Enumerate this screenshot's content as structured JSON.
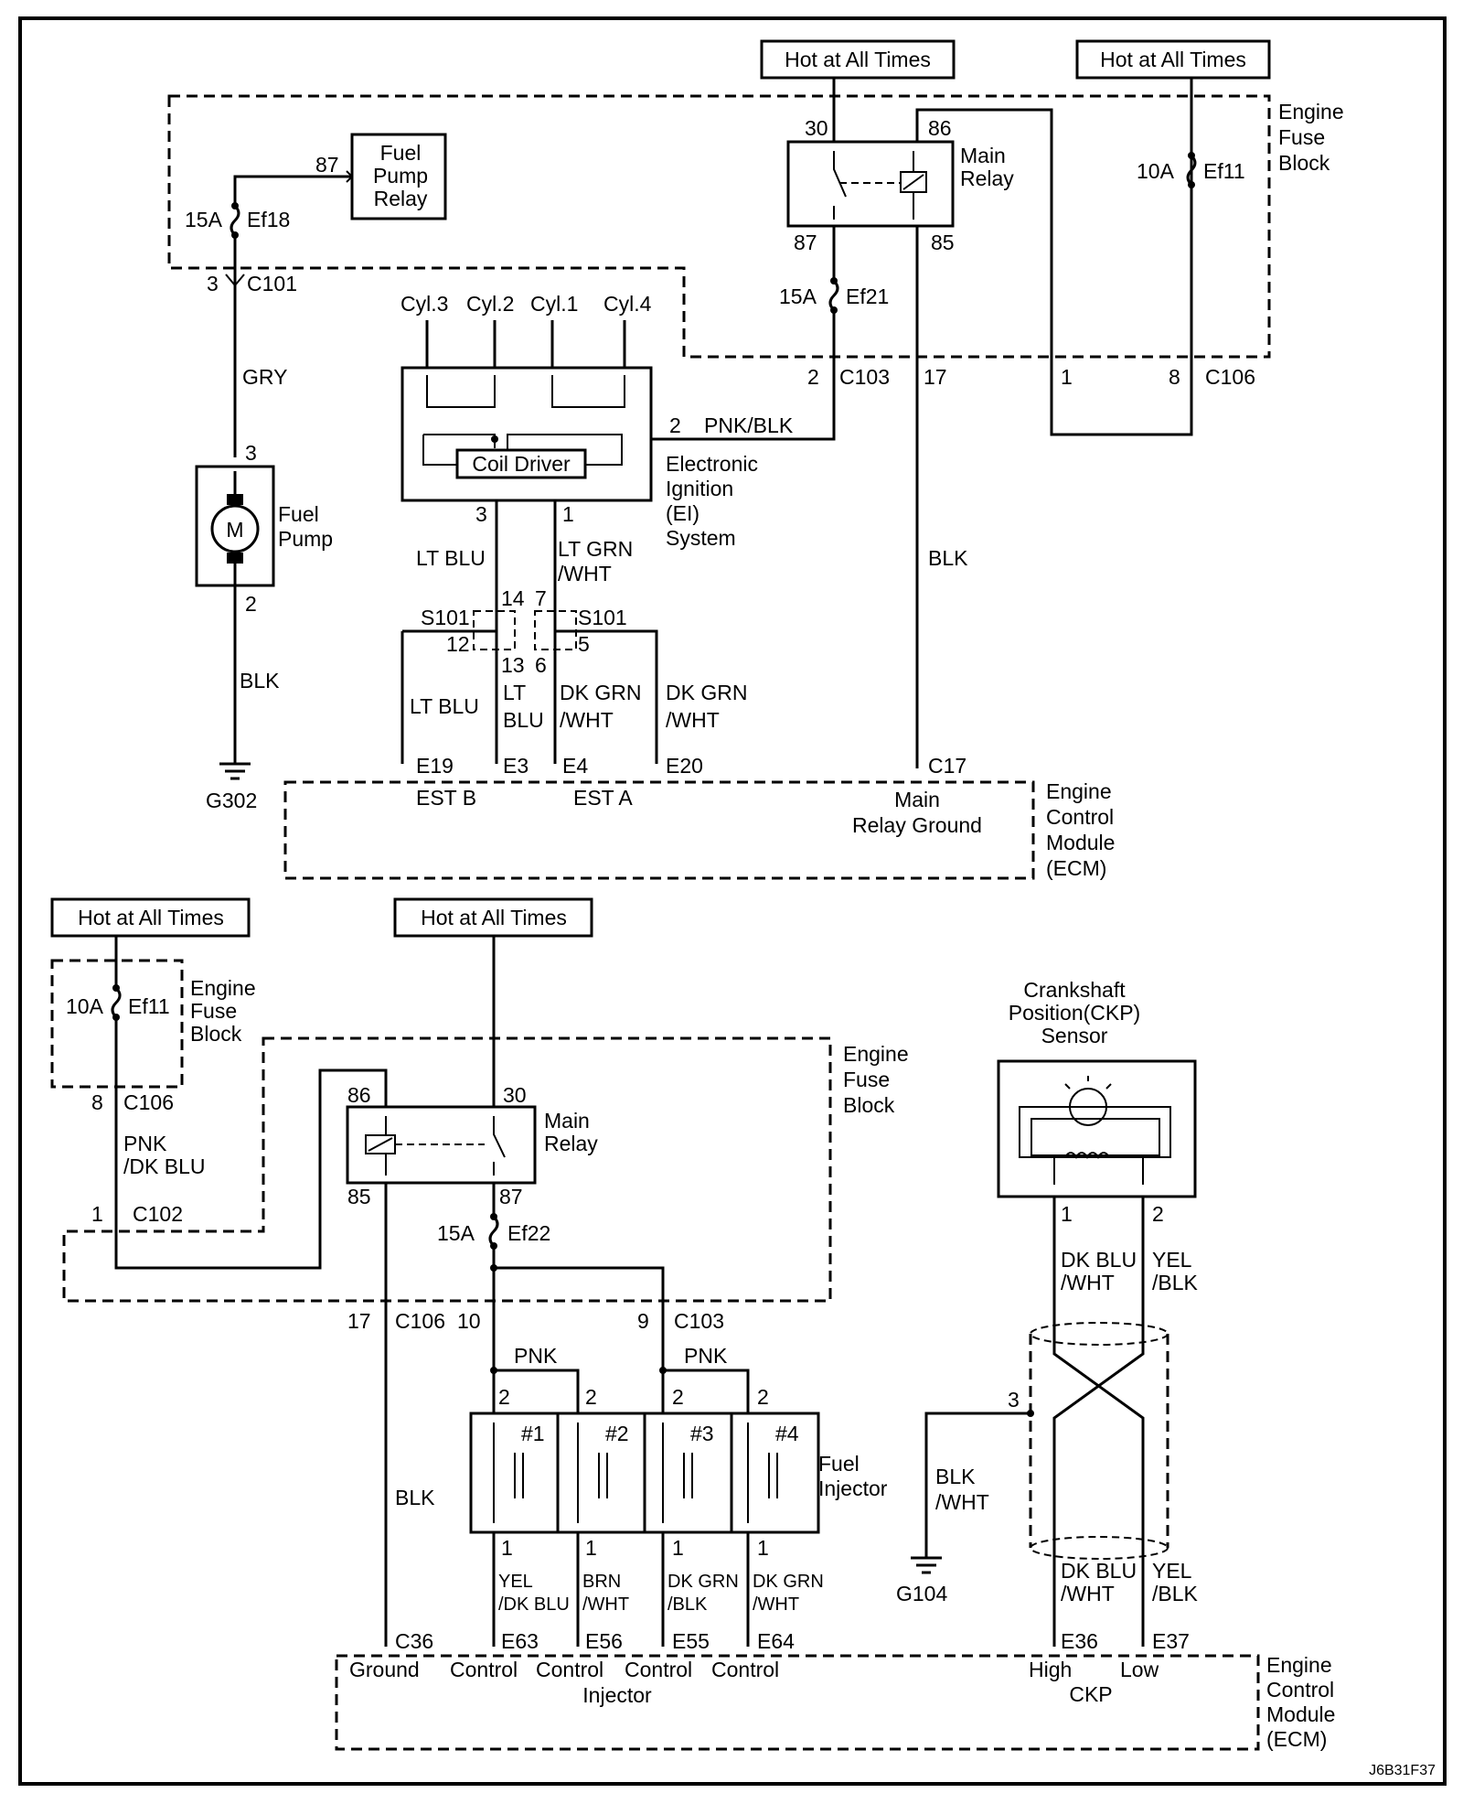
{
  "top": {
    "hot1": "Hot at All Times",
    "hot2": "Hot at All Times",
    "fuse_block": [
      "Engine",
      "Fuse",
      "Block"
    ],
    "fuel_pump_relay": [
      "Fuel",
      "Pump",
      "Relay"
    ],
    "pin87_fpr": "87",
    "ef18_amp": "15A",
    "ef18": "Ef18",
    "c101_pin": "3",
    "c101": "C101",
    "gry": "GRY",
    "pump_pin3": "3",
    "motor": "M",
    "fuel_pump": [
      "Fuel",
      "Pump"
    ],
    "pump_pin2": "2",
    "blk_pump": "BLK",
    "g302": "G302",
    "main_relay": [
      "Main",
      "Relay"
    ],
    "pin30": "30",
    "pin86": "86",
    "pin87": "87",
    "pin85": "85",
    "ef21_amp": "15A",
    "ef21": "Ef21",
    "ef11_amp": "10A",
    "ef11": "Ef11",
    "c103_pin": "2",
    "c103": "C103",
    "pin17": "17",
    "c106_pin1": "1",
    "c106_pin8": "8",
    "c106": "C106",
    "cyl3": "Cyl.3",
    "cyl2": "Cyl.2",
    "cyl1": "Cyl.1",
    "cyl4": "Cyl.4",
    "coil_driver": "Coil Driver",
    "ei_pin2": "2",
    "pnk_blk": "PNK/BLK",
    "ei_label": [
      "Electronic",
      "Ignition",
      "(EI)",
      "System"
    ],
    "ei_pin3": "3",
    "ei_pin1": "1",
    "lt_blu": "LT BLU",
    "lt_grn_wht": [
      "LT GRN",
      "/WHT"
    ],
    "blk_main": "BLK",
    "s101_a": "S101",
    "s101_b": "S101",
    "p14": "14",
    "p12": "12",
    "p13": "13",
    "p7": "7",
    "p6": "6",
    "p5": "5",
    "lt_blu_b": "LT BLU",
    "lt_blu_c": [
      "LT",
      "BLU"
    ],
    "dk_grn_wht_a": [
      "DK GRN",
      "/WHT"
    ],
    "dk_grn_wht_b": [
      "DK GRN",
      "/WHT"
    ],
    "e19": "E19",
    "e3": "E3",
    "e4": "E4",
    "e20": "E20",
    "c17": "C17",
    "est_b": "EST B",
    "est_a": "EST A",
    "main_relay_ground": [
      "Main",
      "Relay Ground"
    ],
    "ecm": [
      "Engine",
      "Control",
      "Module",
      "(ECM)"
    ]
  },
  "bottom": {
    "hot1": "Hot at All Times",
    "hot2": "Hot at All Times",
    "ef11_amp": "10A",
    "ef11": "Ef11",
    "fuse_block_small": [
      "Engine",
      "Fuse",
      "Block"
    ],
    "c106_pin8": "8",
    "c106": "C106",
    "pnk_dk_blu": [
      "PNK",
      "/DK BLU"
    ],
    "c102_pin": "1",
    "c102": "C102",
    "fuse_block": [
      "Engine",
      "Fuse",
      "Block"
    ],
    "pin86": "86",
    "pin30": "30",
    "main_relay": [
      "Main",
      "Relay"
    ],
    "pin85": "85",
    "pin87": "87",
    "ef22_amp": "15A",
    "ef22": "Ef22",
    "pin17": "17",
    "c106b": "C106",
    "pin10": "10",
    "pin9": "9",
    "c103": "C103",
    "pnk1": "PNK",
    "pnk2": "PNK",
    "inj_pin2": [
      "2",
      "2",
      "2",
      "2"
    ],
    "inj": [
      "#1",
      "#2",
      "#3",
      "#4"
    ],
    "fuel_injector": [
      "Fuel",
      "Injector"
    ],
    "inj_pin1": [
      "1",
      "1",
      "1",
      "1"
    ],
    "blk": "BLK",
    "w1": [
      "YEL",
      "/DK BLU"
    ],
    "w2": [
      "BRN",
      "/WHT"
    ],
    "w3": [
      "DK GRN",
      "/BLK"
    ],
    "w4": [
      "DK GRN",
      "/WHT"
    ],
    "c36": "C36",
    "e63": "E63",
    "e56": "E56",
    "e55": "E55",
    "e64": "E64",
    "ground": "Ground",
    "control": [
      "Control",
      "Control",
      "Control",
      "Control"
    ],
    "injector": "Injector",
    "ckp_sensor": [
      "Crankshaft",
      "Position(CKP)",
      "Sensor"
    ],
    "ckp_pin1": "1",
    "ckp_pin2": "2",
    "dk_blu_wht": [
      "DK BLU",
      "/WHT"
    ],
    "yel_blk": [
      "YEL",
      "/BLK"
    ],
    "shield_pin": "3",
    "blk_wht": [
      "BLK",
      "/WHT"
    ],
    "g104": "G104",
    "dk_blu_wht2": [
      "DK BLU",
      "/WHT"
    ],
    "yel_blk2": [
      "YEL",
      "/BLK"
    ],
    "e36": "E36",
    "e37": "E37",
    "high": "High",
    "low": "Low",
    "ckp": "CKP",
    "ecm": [
      "Engine",
      "Control",
      "Module",
      "(ECM)"
    ],
    "figure_code": "J6B31F37"
  }
}
